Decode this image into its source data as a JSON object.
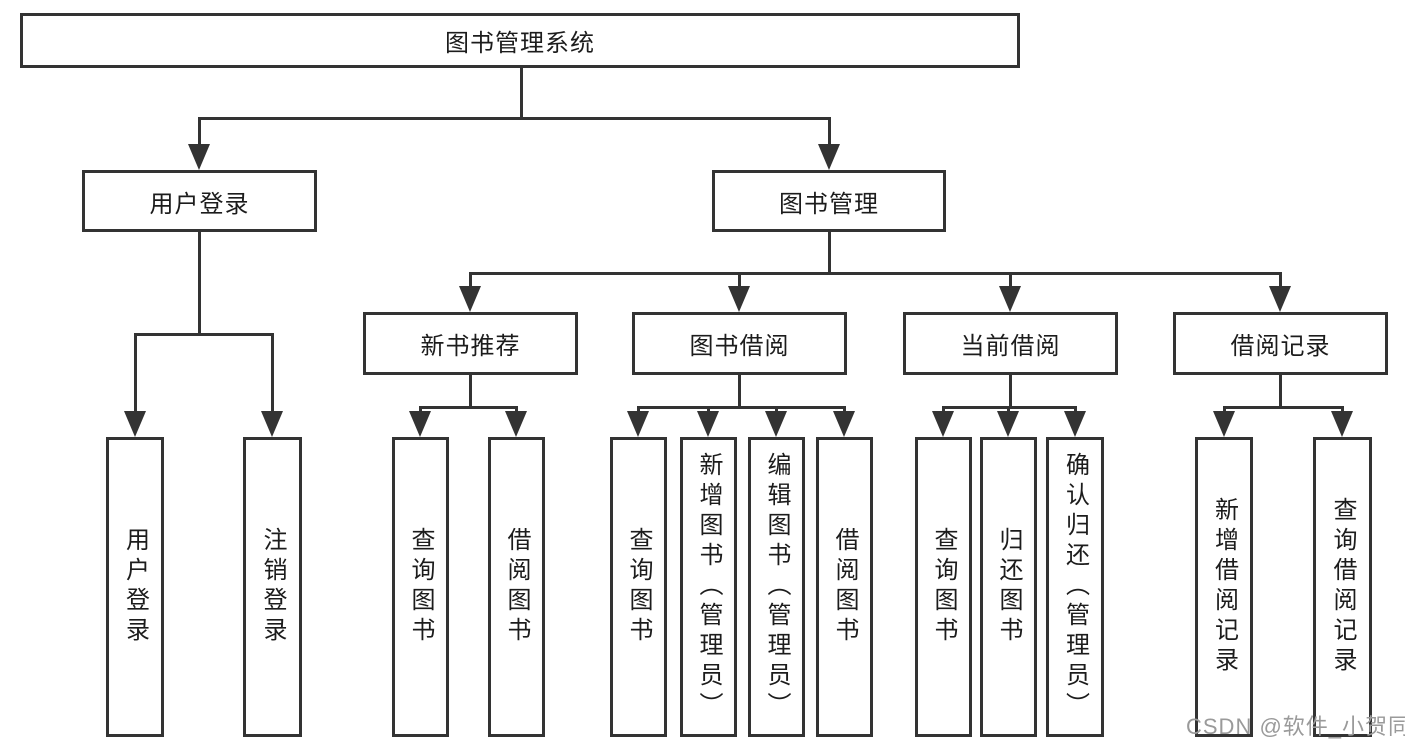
{
  "diagram": {
    "root": {
      "label": "图书管理系统"
    },
    "user_login": {
      "label": "用户登录",
      "children": [
        {
          "label": "用户登录"
        },
        {
          "label": "注销登录"
        }
      ]
    },
    "book_management": {
      "label": "图书管理",
      "sections": [
        {
          "label": "新书推荐",
          "children": [
            {
              "label": "查询图书"
            },
            {
              "label": "借阅图书"
            }
          ]
        },
        {
          "label": "图书借阅",
          "children": [
            {
              "label": "查询图书"
            },
            {
              "label": "新增图书（管理员）"
            },
            {
              "label": "编辑图书（管理员）"
            },
            {
              "label": "借阅图书"
            }
          ]
        },
        {
          "label": "当前借阅",
          "children": [
            {
              "label": "查询图书"
            },
            {
              "label": "归还图书"
            },
            {
              "label": "确认归还（管理员）"
            }
          ]
        },
        {
          "label": "借阅记录",
          "children": [
            {
              "label": "新增借阅记录"
            },
            {
              "label": "查询借阅记录"
            }
          ]
        }
      ]
    },
    "watermark": {
      "text": "CSDN @软件_小贺同学"
    },
    "colors": {
      "line": "#333333",
      "text": "#1c1c1c",
      "box_fill": "#ffffff",
      "watermark": "#9a9a9a",
      "background": "#ffffff"
    }
  }
}
